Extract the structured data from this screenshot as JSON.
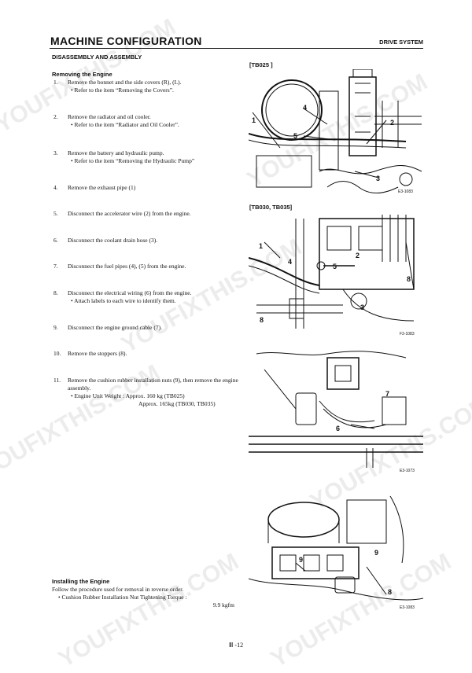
{
  "header": {
    "title": "MACHINE CONFIGURATION",
    "section": "DRIVE SYSTEM"
  },
  "subtitle": "DISASSEMBLY AND ASSEMBLY",
  "removing": {
    "heading": "Removing the Engine",
    "steps": [
      {
        "num": "1.",
        "text": "Remove the bonnet and the side covers (R), (L).",
        "bullet": "• Refer to the item “Removing the Covers”."
      },
      {
        "num": "2.",
        "text": "Remove the radiator and oil cooler.",
        "bullet": "• Refer to the item “Radiator and Oil Cooler”."
      },
      {
        "num": "3.",
        "text": "Remove the battery and hydraulic pump.",
        "bullet": "• Refer to the item “Removing the Hydraulic Pump”"
      },
      {
        "num": "4.",
        "text": "Remove the exhaust pipe (1)"
      },
      {
        "num": "5.",
        "text": "Disconnect the accelerator wire (2) from the engine."
      },
      {
        "num": "6.",
        "text": "Disconnect the coolant drain hose (3)."
      },
      {
        "num": "7.",
        "text": "Disconnect the fuel pipes (4), (5) from the engine."
      },
      {
        "num": "8.",
        "text": "Disconnect the electrical wiring (6) from the engine.",
        "bullet": "• Attach labels to each wire to identify them."
      },
      {
        "num": "9.",
        "text": "Disconnect the engine ground cable (7)."
      },
      {
        "num": "10.",
        "text": "Remove the stoppers (8)."
      },
      {
        "num": "11.",
        "text": "Remove the cushion rubber installation nuts (9), then remove the engine assembly.",
        "bullet": "• Engine Unit Weight : Approx. 160 kg (TB025)",
        "bullet2": "Approx. 165kg (TB030, TB035)"
      }
    ]
  },
  "installing": {
    "heading": "Installing the Engine",
    "text": "Follow the procedure used for removal in reverse order.",
    "bullet": "• Cushion Rubber Installation Nut Tightening Torque :",
    "torque": "9.9 kgfm"
  },
  "figures": [
    {
      "label": "[TB025 ]",
      "code": "E3-1083",
      "callouts": [
        "1",
        "2",
        "3",
        "4",
        "5"
      ]
    },
    {
      "label": "[TB030, TB035]",
      "code": "F3-1083",
      "callouts": [
        "1",
        "2",
        "3",
        "4",
        "5",
        "8",
        "8"
      ]
    },
    {
      "label": "",
      "code": "E3-1073",
      "callouts": [
        "6",
        "7"
      ]
    },
    {
      "label": "",
      "code": "E3-1083",
      "callouts": [
        "8",
        "9",
        "9"
      ]
    }
  ],
  "footer": "Ⅲ -12",
  "watermark": "YOUFIXTHIS.COM"
}
